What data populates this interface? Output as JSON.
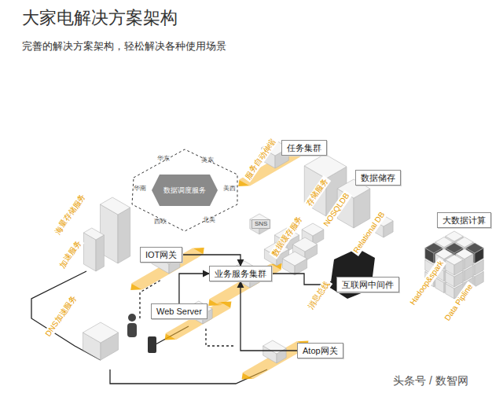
{
  "diagram": {
    "title": "大家电解决方案架构",
    "nodes": [
      {
        "text": [
          "华东",
          "美东",
          "华南",
          "美西",
          "西欧",
          "北美"
        ]
      },
      {
        "text": [
          "数据调度服务"
        ],
        "in": 0
      },
      {
        "text": [
          "任务集群"
        ]
      },
      {
        "text": [
          "数据储存"
        ]
      },
      {
        "text": [
          "SNS"
        ]
      },
      {
        "text": [
          "大数据计算"
        ]
      },
      {
        "text": [
          "IOT网关"
        ]
      },
      {
        "text": [
          "业务服务集群"
        ]
      },
      {
        "text": [
          "Web Server"
        ]
      },
      {
        "text": [
          "互联网中间件"
        ]
      },
      {
        "text": [
          "Atop网关"
        ]
      }
    ],
    "edges": [
      {
        "from": 6,
        "to": 7,
        "arrow": "to"
      },
      {
        "from": 8,
        "to": 7,
        "arrow": "to"
      },
      {
        "from": 10,
        "to": 7,
        "arrow": "to"
      },
      {
        "from": 7,
        "to": 9,
        "arrow": "to"
      }
    ],
    "labels": [
      "完善的解决方案架构，轻松解决各种使用场景",
      "海量存储服务",
      "加速服务",
      "DNS加速服务",
      "服务自动伸缩",
      "数据缓存服务",
      "消息总线",
      "存储服务",
      "NOSQLDB",
      "Relational DB",
      "Hadoop&spark",
      "Data Pipline",
      "头条号 / 数智网"
    ]
  }
}
